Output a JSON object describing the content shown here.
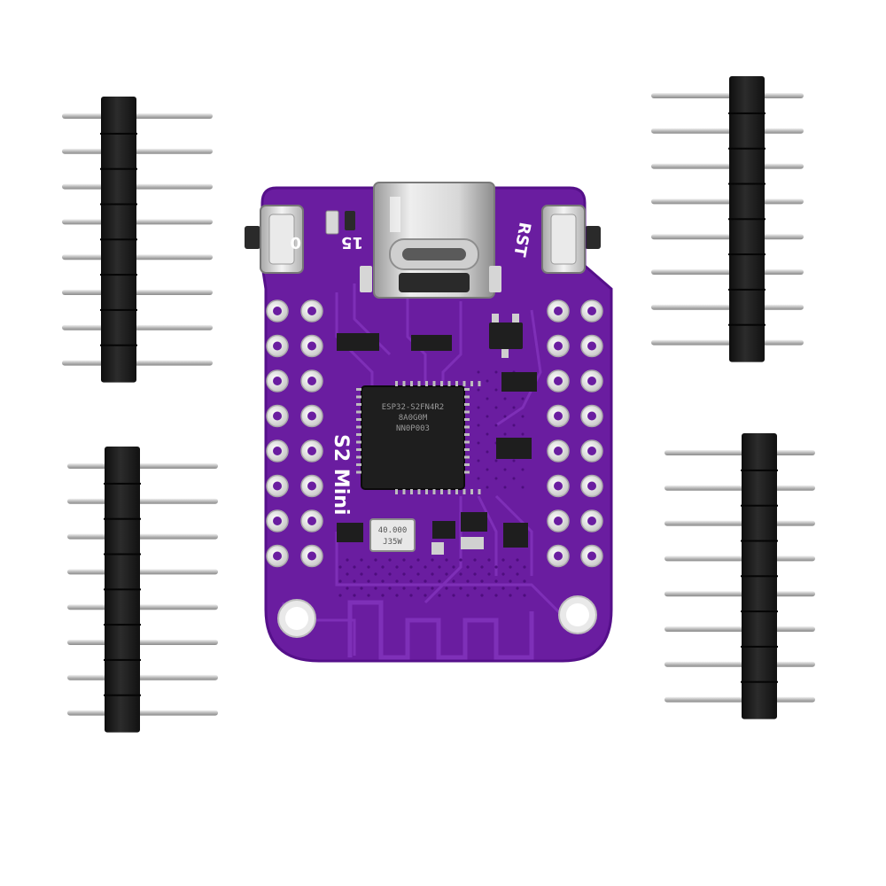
{
  "colors": {
    "background": "#ffffff",
    "pcb": "#6a1da0",
    "pcb_trace": "#7c2cb4",
    "pcb_edge": "#5a1290",
    "header_plastic": "#1c1c1c",
    "pin_metal": "#cfcfcf",
    "pad_silver": "#e6e6e6",
    "chip_black": "#1e1e1e"
  },
  "board": {
    "silkscreen": {
      "button_left_label": "0",
      "led_label": "15",
      "button_right_label": "RST",
      "name_label": "S2 Mini"
    },
    "crystal_label_top": "40.000",
    "crystal_label_bottom": "J35W",
    "chip_lines": [
      "ESP32-S2FN4R2",
      "8A0G0M",
      "NN0P003"
    ]
  },
  "headers": {
    "top_left_pins": 8,
    "bottom_left_pins": 8,
    "top_right_pins": 8,
    "bottom_right_pins": 8
  },
  "icons": {
    "usb": "usb-c-connector-icon",
    "buttons": "tactile-button-icon",
    "chip": "microcontroller-chip-icon",
    "crystal": "crystal-oscillator-icon",
    "antenna": "pcb-antenna-icon"
  }
}
